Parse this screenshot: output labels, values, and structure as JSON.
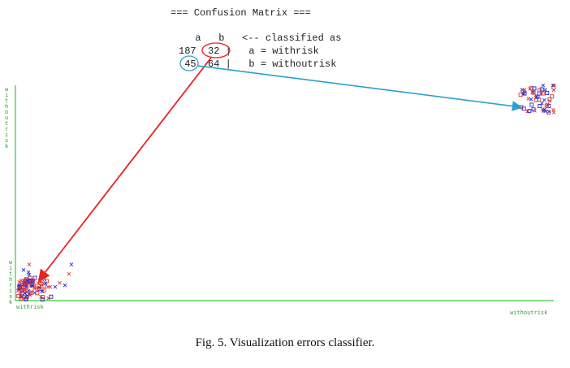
{
  "matrix": {
    "title": "=== Confusion Matrix ===",
    "header": "  a   b   <-- classified as",
    "row1": "187  32 |   a = withrisk",
    "row2": " 45  64 |   b = withoutrisk"
  },
  "plot": {
    "x_axis_label_left": "withrisk",
    "x_axis_label_right": "withoutrisk",
    "y_axis_label_top": "withoutrisk",
    "y_axis_label_bottom": "withrisk",
    "colors": {
      "axis": "#33cc33",
      "class_a": "#d63a3a",
      "class_b": "#2a2ad0",
      "arrow_red": "#e82222",
      "arrow_blue": "#2a9fd0"
    }
  },
  "caption": "Fig. 5. Visualization errors classifier."
}
